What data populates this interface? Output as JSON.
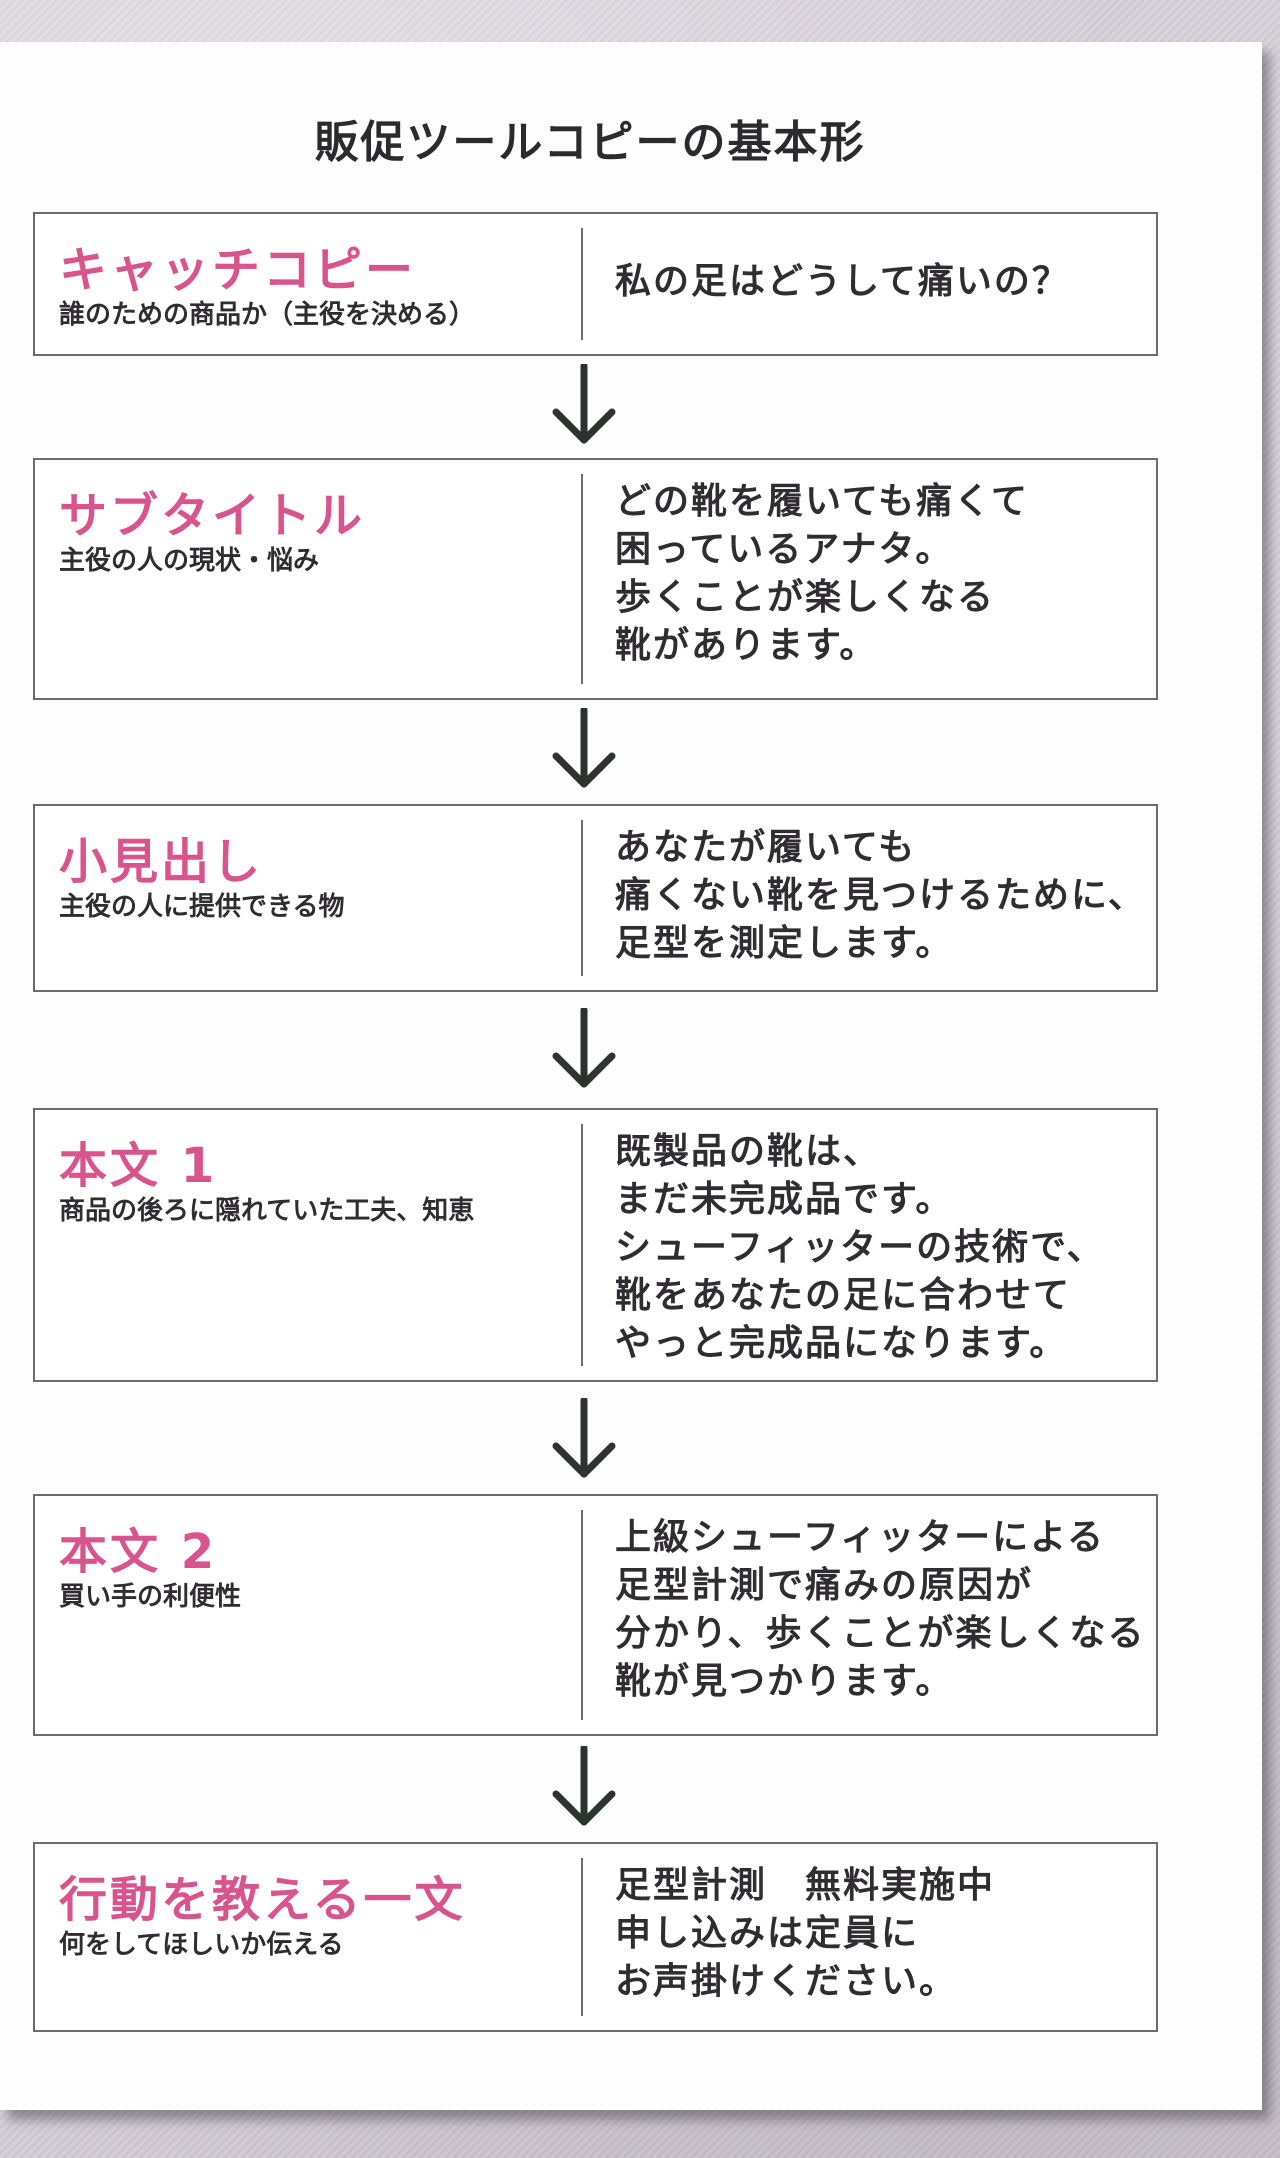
{
  "title": "販促ツールコピーの基本形",
  "steps": [
    {
      "heading": "キャッチコピー",
      "description": "誰のための商品か（主役を決める）",
      "body": [
        "私の足はどうして痛いの？"
      ]
    },
    {
      "heading": "サブタイトル",
      "description": "主役の人の現状・悩み",
      "body": [
        "どの靴を履いても痛くて",
        "困っているアナタ。",
        "歩くことが楽しくなる",
        "靴があります。"
      ]
    },
    {
      "heading": "小見出し",
      "description": "主役の人に提供できる物",
      "body": [
        "あなたが履いても",
        "痛くない靴を見つけるために、",
        "足型を測定します。"
      ]
    },
    {
      "heading": "本文 1",
      "description": "商品の後ろに隠れていた工夫、知恵",
      "body": [
        "既製品の靴は、",
        "まだ未完成品です。",
        "シューフィッターの技術で、",
        "靴をあなたの足に合わせて",
        "やっと完成品になります。"
      ]
    },
    {
      "heading": "本文 2",
      "description": "買い手の利便性",
      "body": [
        "上級シューフィッターによる",
        "足型計測で痛みの原因が",
        "分かり、歩くことが楽しくなる",
        "靴が見つかります。"
      ]
    },
    {
      "heading": "行動を教える一文",
      "description": "何をしてほしいか伝える",
      "body": [
        "足型計測　無料実施中",
        "申し込みは定員に",
        "お声掛けください。"
      ]
    }
  ],
  "colors": {
    "heading": "#d9538d",
    "text": "#2f2d31",
    "border": "#6d6a70",
    "arrow": "#2c3430"
  },
  "icons": {
    "arrow": "arrow-down-icon"
  }
}
